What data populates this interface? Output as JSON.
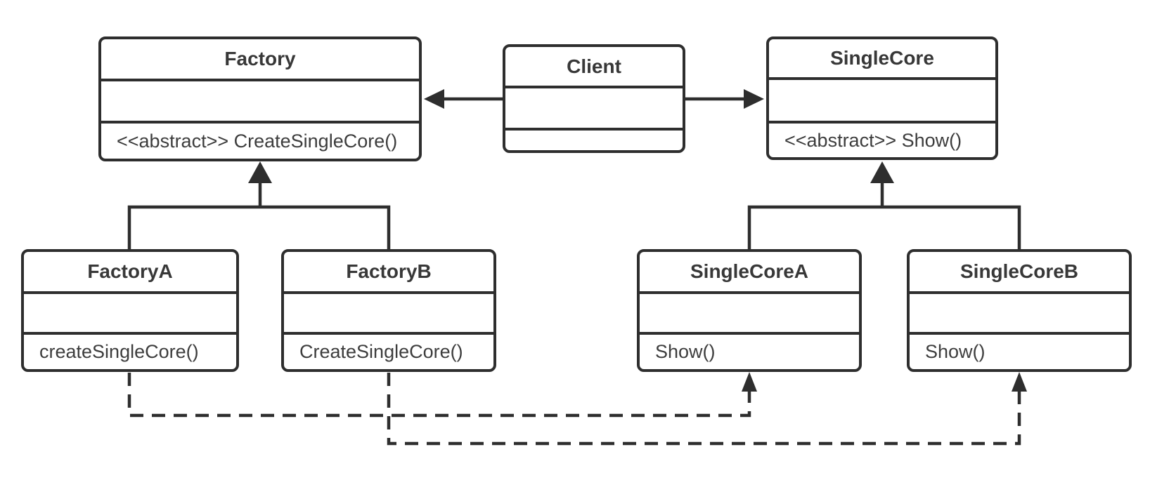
{
  "diagram_type": "uml-class-diagram",
  "colors": {
    "line": "#2e2e2e",
    "title_text": "#383838",
    "method_text": "#3d3d3d",
    "background": "#ffffff"
  },
  "classes": [
    {
      "id": "factory",
      "name": "Factory",
      "attributes": "",
      "methods": "<<abstract>> CreateSingleCore()"
    },
    {
      "id": "client",
      "name": "Client",
      "attributes": "",
      "methods": ""
    },
    {
      "id": "singlecore",
      "name": "SingleCore",
      "attributes": "",
      "methods": "<<abstract>> Show()"
    },
    {
      "id": "factory-a",
      "name": "FactoryA",
      "attributes": "",
      "methods": "createSingleCore()"
    },
    {
      "id": "factory-b",
      "name": "FactoryB",
      "attributes": "",
      "methods": "CreateSingleCore()"
    },
    {
      "id": "singlecore-a",
      "name": "SingleCoreA",
      "attributes": "",
      "methods": "Show()"
    },
    {
      "id": "singlecore-b",
      "name": "SingleCoreB",
      "attributes": "",
      "methods": "Show()"
    }
  ],
  "relationships": [
    {
      "from": "Client",
      "to": "Factory",
      "type": "association",
      "line": "solid",
      "arrowhead": "filled-triangle"
    },
    {
      "from": "Client",
      "to": "SingleCore",
      "type": "association",
      "line": "solid",
      "arrowhead": "filled-triangle"
    },
    {
      "from": "FactoryA",
      "to": "Factory",
      "type": "inheritance",
      "line": "solid",
      "arrowhead": "filled-triangle"
    },
    {
      "from": "FactoryB",
      "to": "Factory",
      "type": "inheritance",
      "line": "solid",
      "arrowhead": "filled-triangle"
    },
    {
      "from": "SingleCoreA",
      "to": "SingleCore",
      "type": "inheritance",
      "line": "solid",
      "arrowhead": "filled-triangle"
    },
    {
      "from": "SingleCoreB",
      "to": "SingleCore",
      "type": "inheritance",
      "line": "solid",
      "arrowhead": "filled-triangle"
    },
    {
      "from": "FactoryA",
      "to": "SingleCoreA",
      "type": "dependency",
      "line": "dashed",
      "arrowhead": "filled-triangle"
    },
    {
      "from": "FactoryB",
      "to": "SingleCoreB",
      "type": "dependency",
      "line": "dashed",
      "arrowhead": "filled-triangle"
    }
  ]
}
